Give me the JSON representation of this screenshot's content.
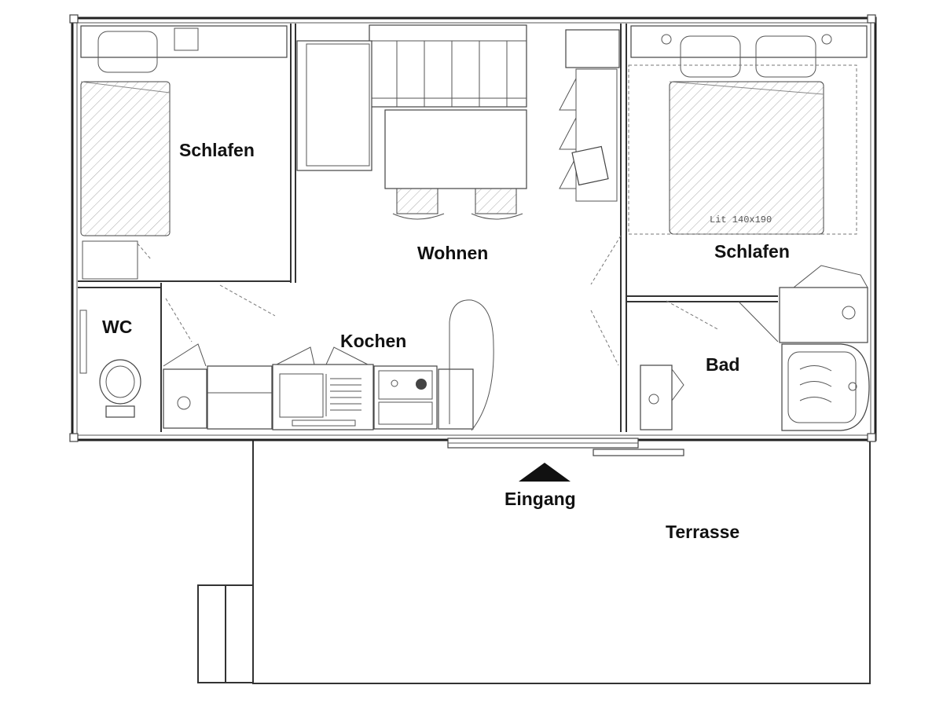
{
  "rooms": {
    "schlafen_left": "Schlafen",
    "wohnen": "Wohnen",
    "schlafen_right": "Schlafen",
    "wc": "WC",
    "kochen": "Kochen",
    "bad": "Bad",
    "eingang": "Eingang",
    "terrasse": "Terrasse"
  },
  "annotations": {
    "bed_size": "Lit 140x190"
  }
}
